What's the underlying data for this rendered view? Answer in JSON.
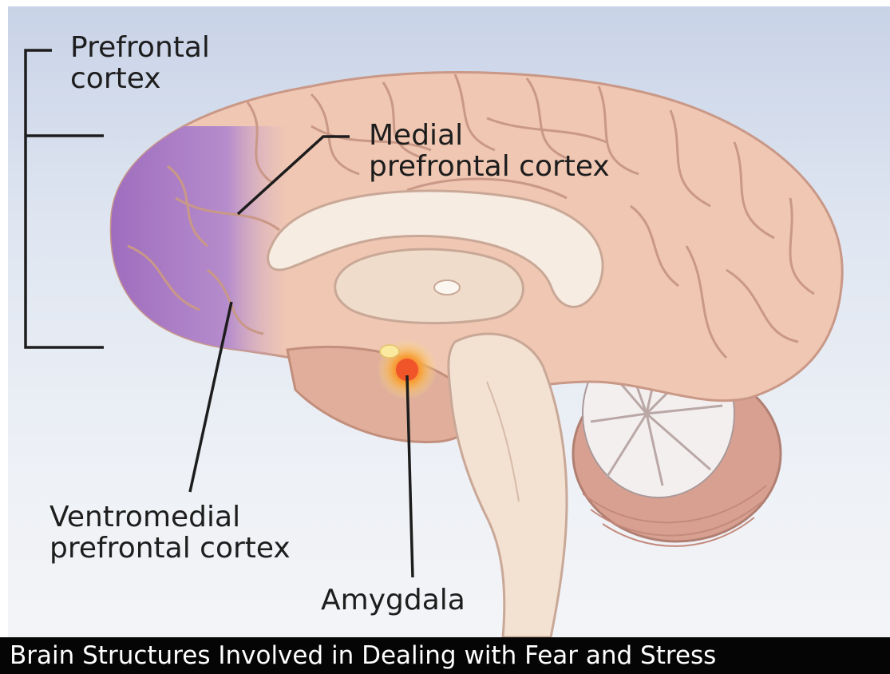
{
  "labels": {
    "prefrontal_cortex": [
      "Prefrontal",
      "cortex"
    ],
    "medial_prefrontal_cortex": [
      "Medial",
      "prefrontal cortex"
    ],
    "ventromedial_prefrontal_cortex": [
      "Ventromedial",
      "prefrontal cortex"
    ],
    "amygdala": "Amygdala"
  },
  "caption": "Brain Structures Involved in Dealing with Fear and Stress",
  "colors": {
    "cortex": "#f0c7b2",
    "prefrontal_highlight": "#a777c4",
    "amygdala": "#f06a25",
    "caption_bar": "#050505",
    "leader_line": "#1d1d1d"
  }
}
